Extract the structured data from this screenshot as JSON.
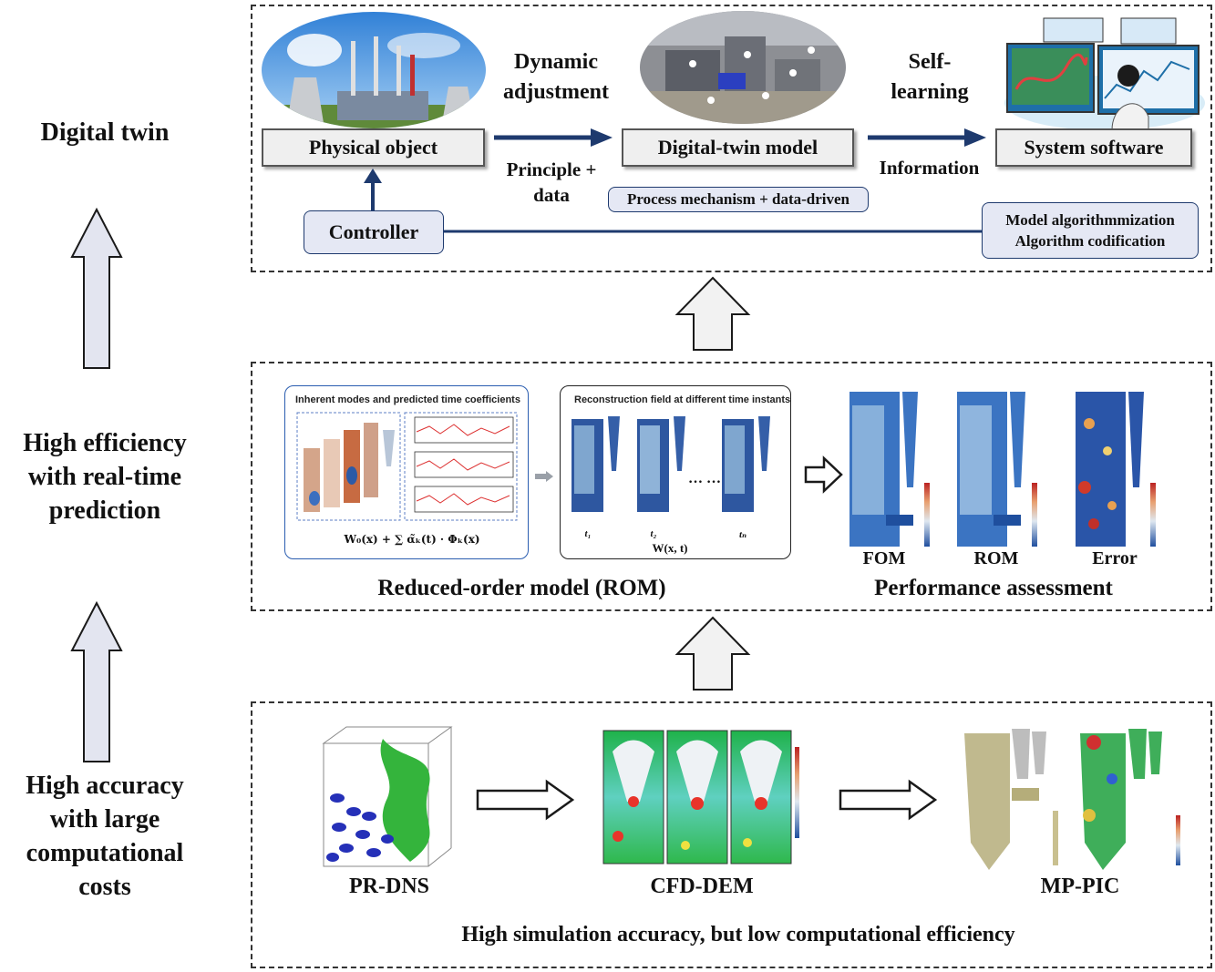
{
  "left_labels": {
    "digital_twin": "Digital twin",
    "high_efficiency": [
      "High efficiency",
      "with real-time",
      "prediction"
    ],
    "high_accuracy": [
      "High accuracy",
      "with large",
      "computational",
      "costs"
    ]
  },
  "top_panel": {
    "physical_object": "Physical object",
    "dynamic_adjustment": [
      "Dynamic",
      "adjustment"
    ],
    "principle_data": [
      "Principle +",
      "data"
    ],
    "digital_twin_model": "Digital-twin model",
    "process_mechanism": "Process mechanism + data-driven",
    "self_learning": [
      "Self-",
      "learning"
    ],
    "information": "Information",
    "system_software": "System software",
    "controller": "Controller",
    "model_algorithm": [
      "Model algorithmmization",
      "Algorithm codification"
    ]
  },
  "middle_panel": {
    "modes_title": "Inherent modes and predicted time coefficients",
    "recon_title": "Reconstruction field at different time instants",
    "time_labels": [
      "t₁",
      "t₂",
      "tₙ"
    ],
    "ellipsis": "… …",
    "wxt": "W(x, t)",
    "formula": "W₀(x) + ∑ α̃ₖ(t) · Φₖ(x)",
    "fom": "FOM",
    "rom": "ROM",
    "error": "Error",
    "rom_caption": "Reduced-order model (ROM)",
    "perf_caption": "Performance assessment"
  },
  "bottom_panel": {
    "prdns": "PR-DNS",
    "cfddem": "CFD-DEM",
    "mppic": "MP-PIC",
    "caption": "High simulation accuracy, but low computational efficiency"
  },
  "colors": {
    "arrow_fill": "#e3e5f0",
    "arrow_stroke": "#1a1a1a",
    "navy": "#1e3a6e",
    "box_fill": "#efefef"
  }
}
